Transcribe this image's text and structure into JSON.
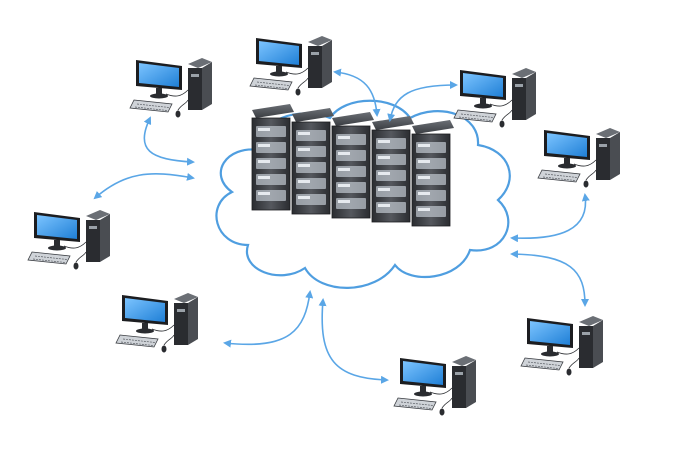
{
  "colors": {
    "background": "#ffffff",
    "cloud_outline": "#4f9ee0",
    "arrow": "#5aa6e6",
    "screen": "#1f7fd6",
    "screen_highlight": "#7cc4ff",
    "hardware_dark": "#2a2c30",
    "hardware_mid": "#4a4d52",
    "server_face": "#3a3d42",
    "drive_bay": "#b9c0c8",
    "keyboard": "#cfd3d8"
  },
  "nodes": {
    "central": {
      "name": "server-rack",
      "server_units": 5
    },
    "clients": [
      "workstation-top-left",
      "workstation-top-center",
      "workstation-top-right",
      "workstation-right-upper",
      "workstation-left-middle",
      "workstation-bottom-left",
      "workstation-bottom-center",
      "workstation-bottom-right"
    ]
  },
  "connections": {
    "style": "bidirectional-arrow",
    "count": 8
  }
}
